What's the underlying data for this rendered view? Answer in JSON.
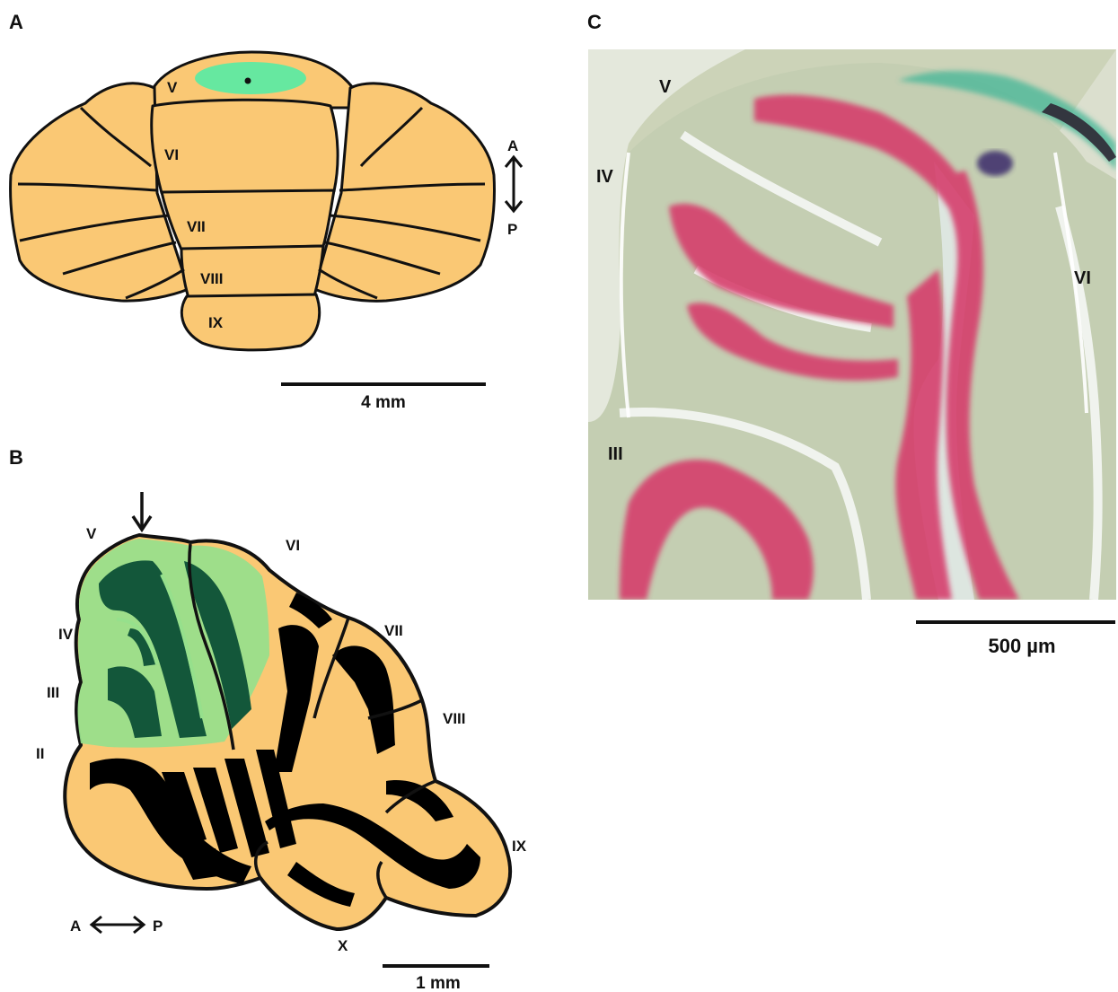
{
  "panel_a": {
    "letter": "A",
    "lobules": [
      "V",
      "VI",
      "VII",
      "VIII",
      "IX"
    ],
    "orientation": {
      "top": "A",
      "bottom": "P"
    },
    "scale_label": "4 mm"
  },
  "panel_b": {
    "letter": "B",
    "lobules": [
      "II",
      "III",
      "IV",
      "V",
      "VI",
      "VII",
      "VIII",
      "IX",
      "X"
    ],
    "orientation": {
      "left": "A",
      "right": "P"
    },
    "scale_label": "1 mm"
  },
  "panel_c": {
    "letter": "C",
    "lobules": [
      "III",
      "IV",
      "V",
      "VI"
    ],
    "scale_label": "500 µm"
  },
  "colors": {
    "cerebellum": "#fac874",
    "green_zone": "#66e8a0",
    "white_matter": "#000000",
    "b_light_green": "#96e08c",
    "b_dark_green": "#13573a",
    "tissue_background": "#ccd3b8",
    "stain_red": "#d63a6a",
    "stain_teal": "#4cb89a"
  }
}
